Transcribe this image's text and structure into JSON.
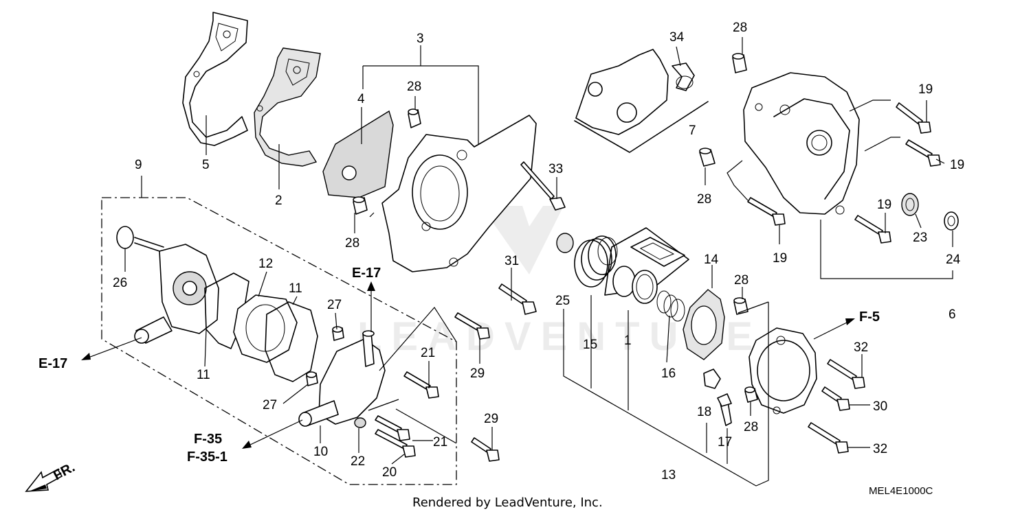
{
  "labels": {
    "l1": "1",
    "l2": "2",
    "l3": "3",
    "l4": "4",
    "l5": "5",
    "l6": "6",
    "l7": "7",
    "l9": "9",
    "l10": "10",
    "l11a": "11",
    "l11b": "11",
    "l12": "12",
    "l13": "13",
    "l14": "14",
    "l15": "15",
    "l16": "16",
    "l17": "17",
    "l18": "18",
    "l19a": "19",
    "l19b": "19",
    "l19c": "19",
    "l19d": "19",
    "l20": "20",
    "l21a": "21",
    "l21b": "21",
    "l22": "22",
    "l23": "23",
    "l24": "24",
    "l25": "25",
    "l26": "26",
    "l27a": "27",
    "l27b": "27",
    "l28a": "28",
    "l28b": "28",
    "l28c": "28",
    "l28d": "28",
    "l28e": "28",
    "l28f": "28",
    "l29a": "29",
    "l29b": "29",
    "l30": "30",
    "l31": "31",
    "l32a": "32",
    "l32b": "32",
    "l33": "33",
    "l34": "34"
  },
  "references": {
    "e17_left": "E-17",
    "e17_top": "E-17",
    "f35": "F-35",
    "f35_1": "F-35-1",
    "f5": "F-5",
    "front": "FR."
  },
  "footer": {
    "credit": "Rendered by LeadVenture, Inc.",
    "diagram_code": "MEL4E1000C"
  },
  "watermark": "LEADVENTURE"
}
